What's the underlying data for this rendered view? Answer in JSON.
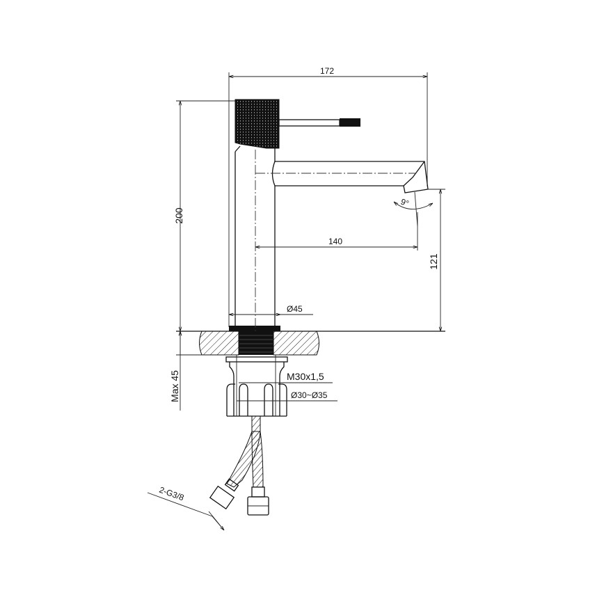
{
  "dimensions": {
    "total_width": "172",
    "total_height": "200",
    "spout_reach": "140",
    "spout_height": "121",
    "spout_angle": "9°",
    "base_diameter": "Ø45",
    "max_counter_thickness": "Max 45",
    "thread": "M30x1,5",
    "hole_diameter": "Ø30~Ø35",
    "connection": "2-G3/8"
  }
}
